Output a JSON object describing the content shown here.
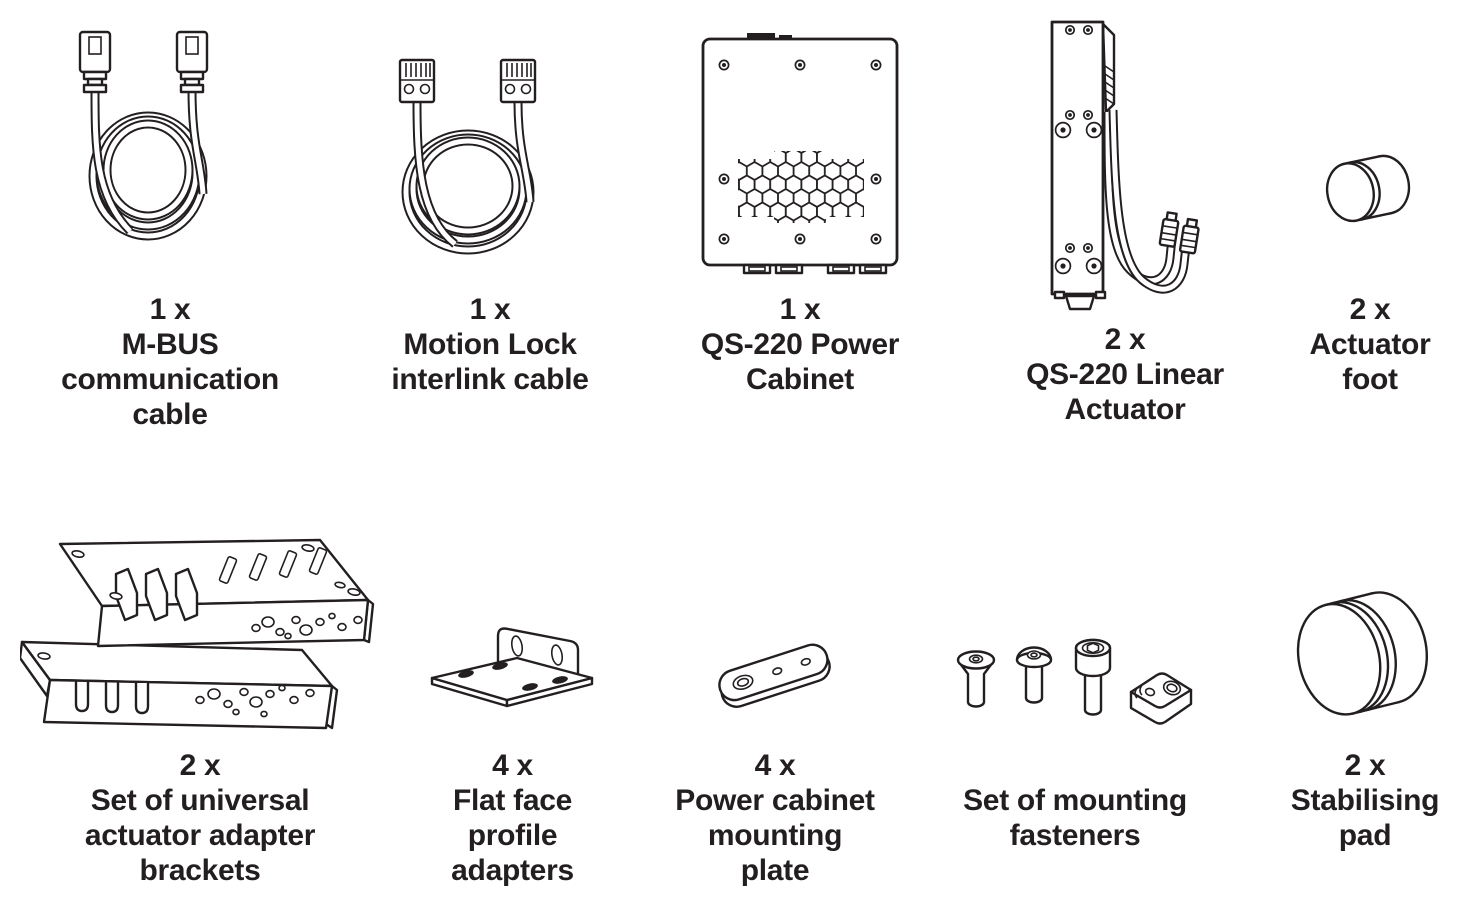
{
  "page": {
    "kind": "package-contents-illustration",
    "background": "#ffffff",
    "ink_color": "#231f20"
  },
  "items": [
    {
      "id": "mbus-communication-cable",
      "quantity": "1 x",
      "name": "M-BUS\ncommunication\ncable",
      "illustration": "coiled-cable-rj45-connectors"
    },
    {
      "id": "motion-lock-interlink-cable",
      "quantity": "1 x",
      "name": "Motion Lock\ninterlink cable",
      "illustration": "coiled-cable-pin-connectors"
    },
    {
      "id": "qs220-power-cabinet",
      "quantity": "1 x",
      "name": "QS-220 Power\nCabinet",
      "illustration": "power-cabinet-hex-vents"
    },
    {
      "id": "qs220-linear-actuator",
      "quantity": "2 x",
      "name": "QS-220 Linear\nActuator",
      "illustration": "linear-actuator-with-cables"
    },
    {
      "id": "actuator-foot",
      "quantity": "2 x",
      "name": "Actuator\nfoot",
      "illustration": "cylinder-foot"
    },
    {
      "id": "universal-actuator-adapter-brackets",
      "quantity": "2 x",
      "name": "Set of universal\nactuator adapter\nbrackets",
      "illustration": "two-adapter-brackets-isometric"
    },
    {
      "id": "flat-face-profile-adapters",
      "quantity": "4 x",
      "name": "Flat face\nprofile\nadapters",
      "illustration": "l-shaped-angle-bracket"
    },
    {
      "id": "power-cabinet-mounting-plate",
      "quantity": "4 x",
      "name": "Power cabinet\nmounting\nplate",
      "illustration": "flat-mounting-plate-three-holes"
    },
    {
      "id": "mounting-fasteners",
      "quantity": "",
      "name": "Set of mounting\nfasteners",
      "illustration": "three-screws-and-tslot-nut"
    },
    {
      "id": "stabilising-pad",
      "quantity": "2 x",
      "name": "Stabilising\npad",
      "illustration": "round-stabilising-pad"
    }
  ]
}
